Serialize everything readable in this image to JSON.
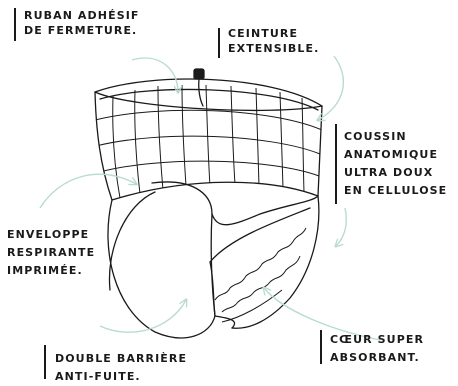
{
  "labels": {
    "ruban": [
      "RUBAN ADHÉSIF",
      "DE FERMETURE."
    ],
    "ceinture": [
      "CEINTURE",
      "EXTENSIBLE."
    ],
    "coussin": [
      "COUSSIN",
      "ANATOMIQUE",
      "ULTRA DOUX",
      "EN CELLULOSE"
    ],
    "enveloppe": [
      "ENVELOPPE",
      "RESPIRANTE",
      "IMPRIMÉE."
    ],
    "coeur": [
      "CŒUR SUPER",
      "ABSORBANT."
    ],
    "double": [
      "DOUBLE BARRIÈRE",
      "ANTI-FUITE."
    ]
  },
  "colors": {
    "text": "#1a1a1a",
    "line": "#1a1a1a",
    "arrow": "#b9dccd"
  },
  "icons": {
    "product": "incontinence-pant-illustration",
    "pointer": "curved-arrow-icon"
  }
}
